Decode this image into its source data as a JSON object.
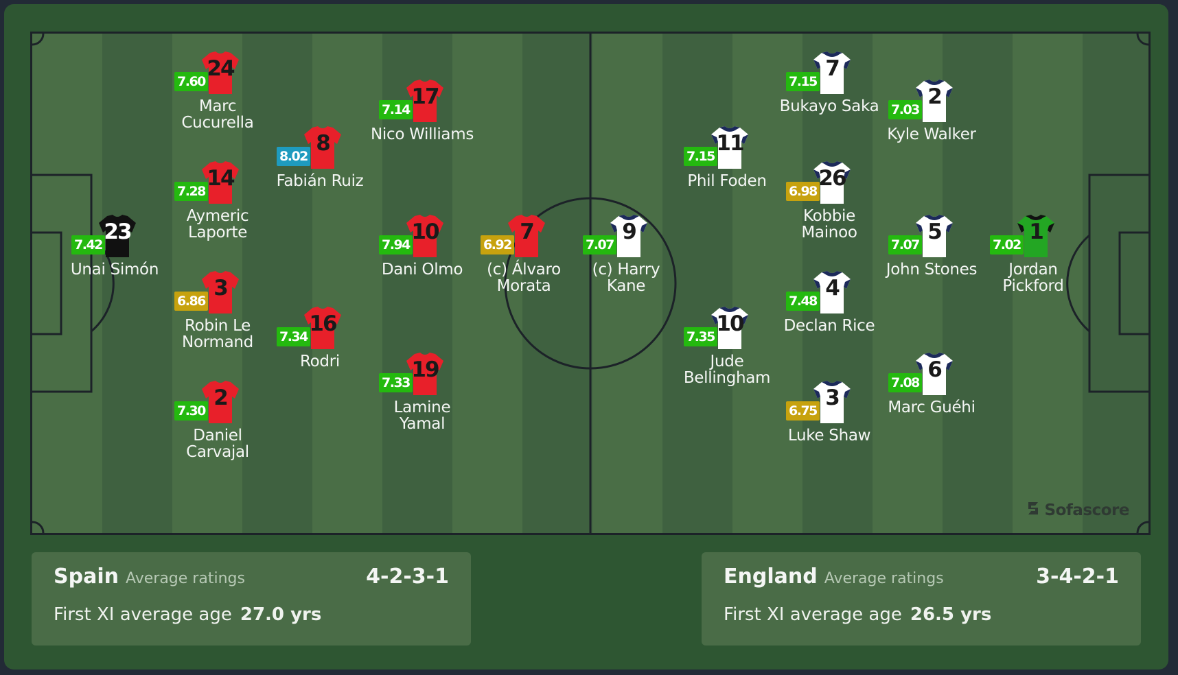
{
  "colors": {
    "rating_green": "#24b90f",
    "rating_blue": "#1e9bbf",
    "rating_gold": "#c7a20e",
    "spain_shirt": "#e8202a",
    "spain_gk_shirt": "#111111",
    "england_shirt": "#ffffff",
    "england_gk_shirt": "#23a623"
  },
  "watermark": "Sofascore",
  "home": {
    "team": "Spain",
    "subtitle": "Average ratings",
    "formation": "4-2-3-1",
    "age_label": "First XI average age",
    "age_value": "27.0 yrs",
    "players": [
      {
        "number": "23",
        "name": "Unai Simón",
        "rating": "7.42",
        "tier": "green",
        "kit": "gk"
      },
      {
        "number": "24",
        "name": "Marc Cucurella",
        "rating": "7.60",
        "tier": "green",
        "kit": "field"
      },
      {
        "number": "14",
        "name": "Aymeric Laporte",
        "rating": "7.28",
        "tier": "green",
        "kit": "field"
      },
      {
        "number": "3",
        "name": "Robin Le Normand",
        "rating": "6.86",
        "tier": "gold",
        "kit": "field"
      },
      {
        "number": "2",
        "name": "Daniel Carvajal",
        "rating": "7.30",
        "tier": "green",
        "kit": "field"
      },
      {
        "number": "8",
        "name": "Fabián Ruiz",
        "rating": "8.02",
        "tier": "blue",
        "kit": "field"
      },
      {
        "number": "16",
        "name": "Rodri",
        "rating": "7.34",
        "tier": "green",
        "kit": "field"
      },
      {
        "number": "17",
        "name": "Nico Williams",
        "rating": "7.14",
        "tier": "green",
        "kit": "field"
      },
      {
        "number": "10",
        "name": "Dani Olmo",
        "rating": "7.94",
        "tier": "green",
        "kit": "field"
      },
      {
        "number": "19",
        "name": "Lamine Yamal",
        "rating": "7.33",
        "tier": "green",
        "kit": "field"
      },
      {
        "number": "7",
        "name": "(c) Álvaro Morata",
        "rating": "6.92",
        "tier": "gold",
        "kit": "field"
      }
    ]
  },
  "away": {
    "team": "England",
    "subtitle": "Average ratings",
    "formation": "3-4-2-1",
    "age_label": "First XI average age",
    "age_value": "26.5 yrs",
    "players": [
      {
        "number": "9",
        "name": "(c) Harry Kane",
        "rating": "7.07",
        "tier": "green",
        "kit": "field"
      },
      {
        "number": "11",
        "name": "Phil Foden",
        "rating": "7.15",
        "tier": "green",
        "kit": "field"
      },
      {
        "number": "10",
        "name": "Jude Bellingham",
        "rating": "7.35",
        "tier": "green",
        "kit": "field"
      },
      {
        "number": "7",
        "name": "Bukayo Saka",
        "rating": "7.15",
        "tier": "green",
        "kit": "field"
      },
      {
        "number": "26",
        "name": "Kobbie Mainoo",
        "rating": "6.98",
        "tier": "gold",
        "kit": "field"
      },
      {
        "number": "4",
        "name": "Declan Rice",
        "rating": "7.48",
        "tier": "green",
        "kit": "field"
      },
      {
        "number": "3",
        "name": "Luke Shaw",
        "rating": "6.75",
        "tier": "gold",
        "kit": "field"
      },
      {
        "number": "2",
        "name": "Kyle Walker",
        "rating": "7.03",
        "tier": "green",
        "kit": "field"
      },
      {
        "number": "5",
        "name": "John Stones",
        "rating": "7.07",
        "tier": "green",
        "kit": "field"
      },
      {
        "number": "6",
        "name": "Marc Guéhi",
        "rating": "7.08",
        "tier": "green",
        "kit": "field"
      },
      {
        "number": "1",
        "name": "Jordan Pickford",
        "rating": "7.02",
        "tier": "green",
        "kit": "gk"
      }
    ]
  }
}
